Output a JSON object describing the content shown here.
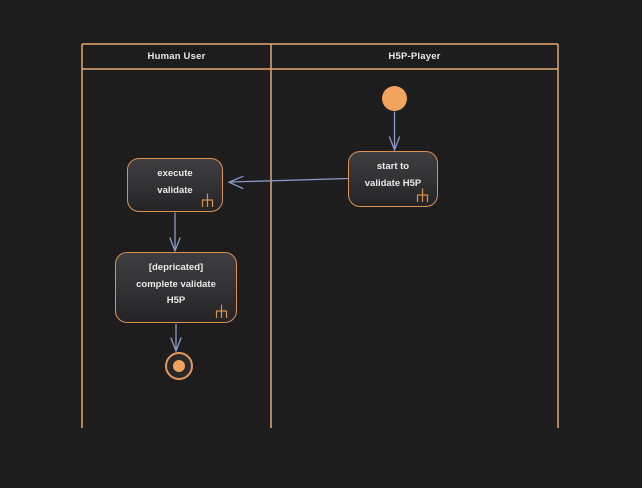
{
  "lanes": [
    {
      "label": "Human User"
    },
    {
      "label": "H5P-Player"
    }
  ],
  "nodes": [
    {
      "id": "start-to-validate-h5p",
      "lines": [
        "start to",
        "validate H5P"
      ]
    },
    {
      "id": "execute-validate",
      "lines": [
        "execute",
        "validate"
      ]
    },
    {
      "id": "deprecated-complete-validate-h5p",
      "lines": [
        "[depricated]",
        "complete validate",
        "H5P"
      ]
    }
  ],
  "symbols": {
    "initial_node": "initial-node",
    "final_node": "activity-final-node",
    "sub_activity_icon": "rake-icon"
  },
  "colors": {
    "background": "#1d1d1e",
    "lane_border": "#e6a672",
    "node_border": "#dc9150",
    "node_fill_top": "#3e3e41",
    "node_fill_bottom": "#242427",
    "accent_orange": "#f2a35e",
    "arrow_blue": "#8a99c4",
    "text": "#e9e9e9"
  }
}
